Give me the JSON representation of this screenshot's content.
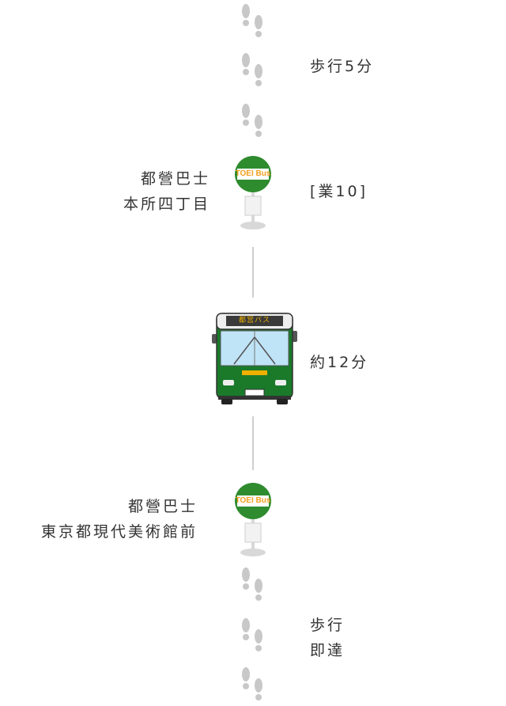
{
  "steps": {
    "walk_start": {
      "label": "歩行5分"
    },
    "stop_start": {
      "name_line1": "都營巴士",
      "name_line2": "本所四丁目",
      "route": "[業10]",
      "sign_text": "TOEI Bus"
    },
    "bus_ride": {
      "duration": "約12分",
      "headsign": "都営バス"
    },
    "stop_end": {
      "name_line1": "都營巴士",
      "name_line2": "東京都現代美術館前",
      "sign_text": "TOEI Bus"
    },
    "walk_end": {
      "label_line1": "歩行",
      "label_line2": "即達"
    }
  },
  "colors": {
    "stop_sign_green": "#2e8b2e",
    "stop_sign_text": "#f0a020",
    "bus_green": "#1a7a2a",
    "footprint_gray": "#c8c8c8",
    "connector_gray": "#cfcfcf"
  },
  "icons": [
    "footprints-icon",
    "bus-stop-icon",
    "bus-icon"
  ]
}
